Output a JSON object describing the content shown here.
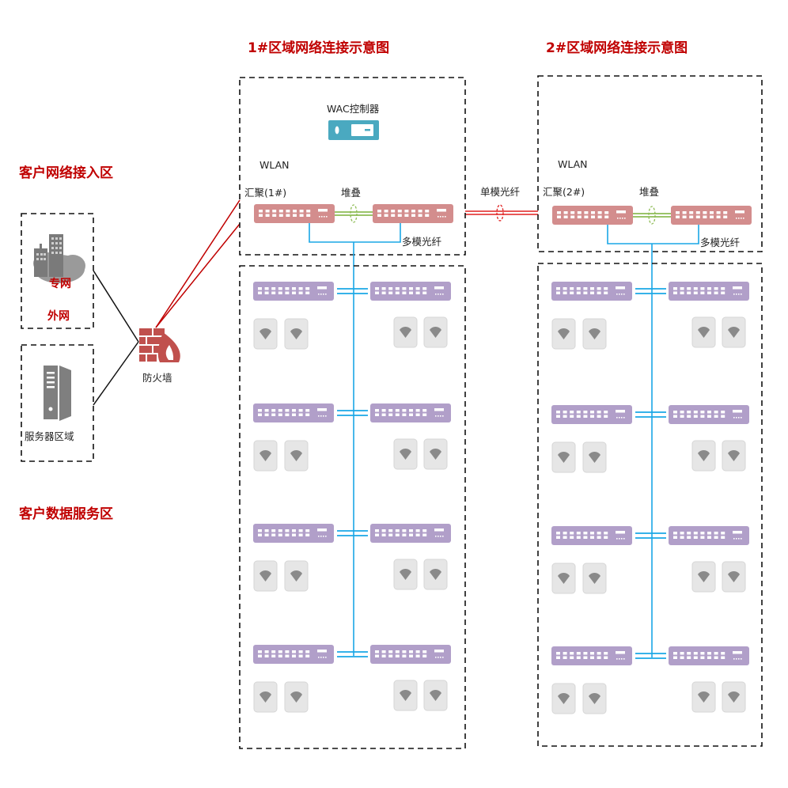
{
  "colors": {
    "title": "#c00000",
    "core_switch": "#d38d8d",
    "access_switch": "#b19fc9",
    "wac": "#4aa9c0",
    "multimode_fiber": "#1aa7e6",
    "stack_link": "#8dbb54",
    "singlemode_fiber": "#e02020",
    "firewall": "#c0504d",
    "ap": "#e6e6e6",
    "ap_glyph": "#8a8a8a",
    "gray_icon": "#7f7f7f"
  },
  "left": {
    "access_zone_title": "客户网络接入区",
    "data_zone_title": "客户数据服务区",
    "external_label_1": "专网",
    "external_label_2": "外网",
    "server_label": "服务器区域",
    "firewall_label": "防火墙"
  },
  "zones": [
    {
      "title": "1#区域网络连接示意图",
      "wac_label": "WAC控制器",
      "wlan_label": "WLAN",
      "core_label": "汇聚(1#)",
      "stack_label": "堆叠",
      "multimode_label": "多模光纤",
      "has_wac": true,
      "floors": 4
    },
    {
      "title": "2#区域网络连接示意图",
      "wac_label": "",
      "wlan_label": "WLAN",
      "core_label": "汇聚(2#)",
      "stack_label": "堆叠",
      "multimode_label": "多模光纤",
      "has_wac": false,
      "floors": 4
    }
  ],
  "interlink": {
    "label": "单模光纤"
  }
}
